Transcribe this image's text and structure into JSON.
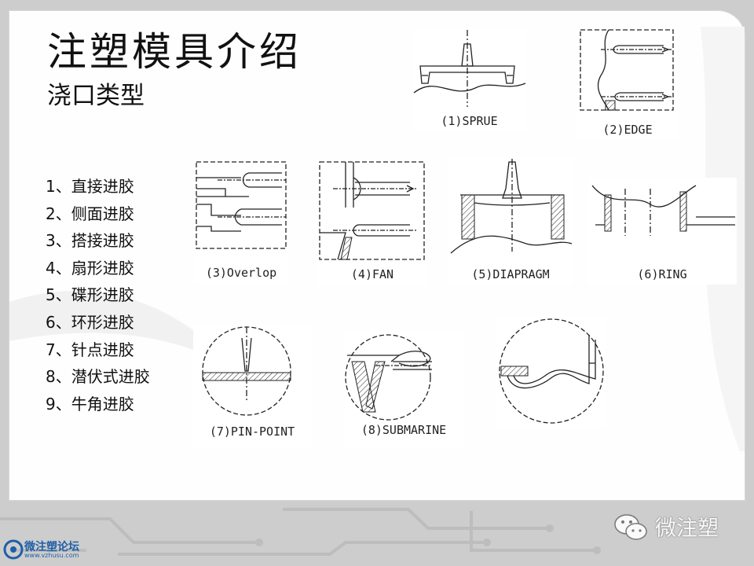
{
  "slide": {
    "title": "注塑模具介绍",
    "subtitle": "浇口类型"
  },
  "gate_types": [
    "1、直接进胶",
    "2、侧面进胶",
    "3、搭接进胶",
    "4、扇形进胶",
    "5、碟形进胶",
    "6、环形进胶",
    "7、针点进胶",
    "8、潜伏式进胶",
    "9、牛角进胶"
  ],
  "diagrams": {
    "sprue": "(1)SPRUE",
    "edge": "(2)EDGE",
    "overlap": "(3)Οverlop",
    "fan": "(4)FAN",
    "diapragm": "(5)DIAPRAGM",
    "ring": "(6)RING",
    "pinpoint": "(7)PIN-POINT",
    "submarine": "(8)SUBMARINE"
  },
  "footer": {
    "forum_logo_text": "微注塑论坛",
    "forum_url": "www.vzhusu.com",
    "wechat_account": "微注塑"
  }
}
